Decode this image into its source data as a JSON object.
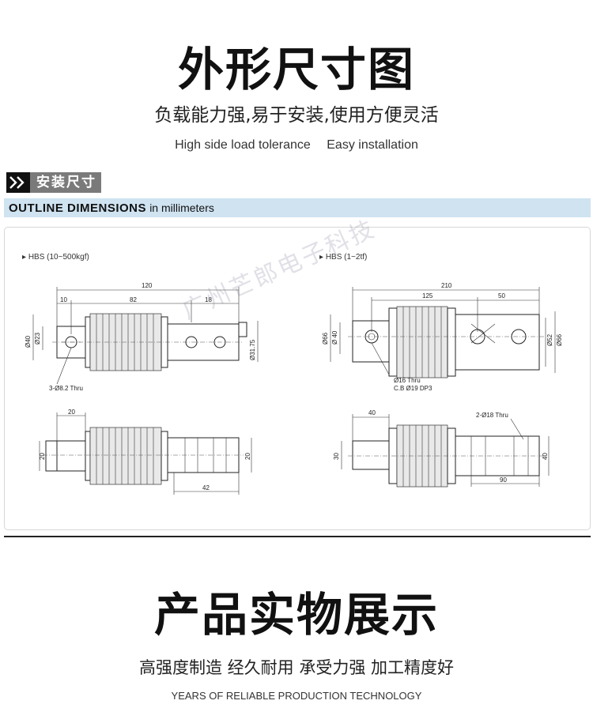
{
  "section1": {
    "title": "外形尺寸图",
    "subtitle": "负载能力强,易于安装,使用方便灵活",
    "features_en": [
      "High side load tolerance",
      "Easy installation"
    ]
  },
  "badge": {
    "label": "安装尺寸"
  },
  "banner": {
    "title": "OUTLINE DIMENSIONS",
    "unit": "in millimeters"
  },
  "drawing": {
    "left": {
      "caption": "HBS (10~500kgf)",
      "dims": {
        "total": "120",
        "d10": "10",
        "d82": "82",
        "d18": "18",
        "phi40": "Ø40",
        "phi23": "Ø23",
        "phi31": "Ø31.75",
        "holes": "3-Ø8.2 Thru",
        "bottom_w20": "20",
        "bottom_h20": "20",
        "bottom_h20r": "20",
        "bottom_42": "42"
      }
    },
    "right": {
      "caption": "HBS (1~2tf)",
      "dims": {
        "total": "210",
        "d125": "125",
        "d50": "50",
        "phi66": "Ø66",
        "phi40": "Ø 40",
        "phi52": "Ø52",
        "phi66r": "Ø66",
        "hole1": "Ø16 Thru",
        "hole2": "C.B Ø19 DP3",
        "bottom_40": "40",
        "bottom_holes": "2-Ø18 Thru",
        "bottom_h30": "30",
        "bottom_h40": "40",
        "bottom_90": "90"
      }
    },
    "watermark": "广州芒郎电子科技"
  },
  "section2": {
    "title": "产品实物展示",
    "subtitle": "高强度制造 经久耐用 承受力强 加工精度好",
    "tagline_en": "YEARS OF RELIABLE PRODUCTION TECHNOLOGY"
  }
}
